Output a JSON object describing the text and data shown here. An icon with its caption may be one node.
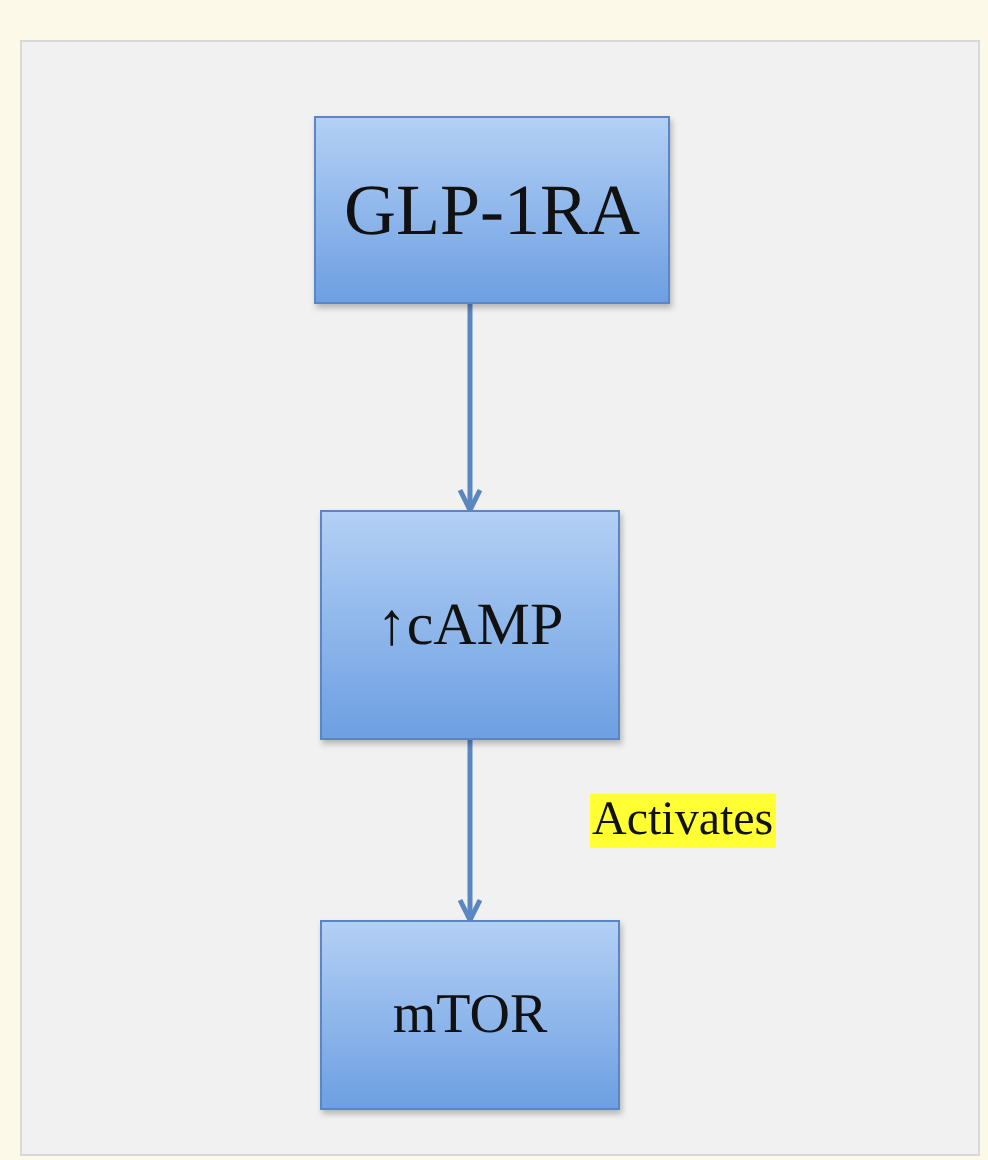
{
  "diagram": {
    "nodes": [
      {
        "text": [
          "GLP-1RA"
        ]
      },
      {
        "text": [
          "↑cAMP"
        ]
      },
      {
        "text": [
          "mTOR"
        ]
      }
    ],
    "edges": [
      {
        "from": 0,
        "to": 1,
        "arrow": "to"
      },
      {
        "from": 1,
        "to": 2,
        "arrow": "to",
        "label": "Activates"
      }
    ]
  }
}
